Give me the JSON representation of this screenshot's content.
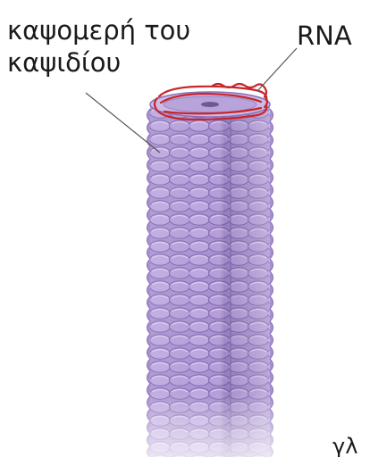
{
  "labels": {
    "capsomere_line1": "καψομερή του",
    "capsomere_line2": "καψιδίου",
    "rna": "RNA",
    "bottom_partial": "γλ"
  },
  "colors": {
    "capsid_body": "#a991cf",
    "capsid_dark": "#8a6fb8",
    "capsid_light": "#c8b6e6",
    "rna_strand": "#c8262b",
    "leader_line": "#555555",
    "text": "#1a1a1a"
  }
}
